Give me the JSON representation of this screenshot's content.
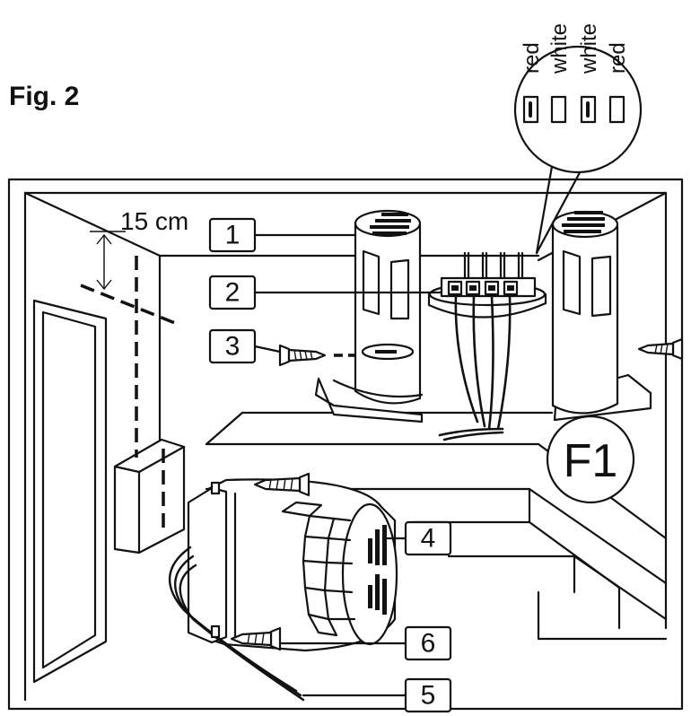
{
  "figure": {
    "label": "Fig. 2",
    "dimension": "15 cm",
    "detail_label": "F1",
    "wire_colors": [
      "red",
      "white",
      "white",
      "red"
    ],
    "callouts": [
      "1",
      "2",
      "3",
      "4",
      "5",
      "6"
    ]
  }
}
